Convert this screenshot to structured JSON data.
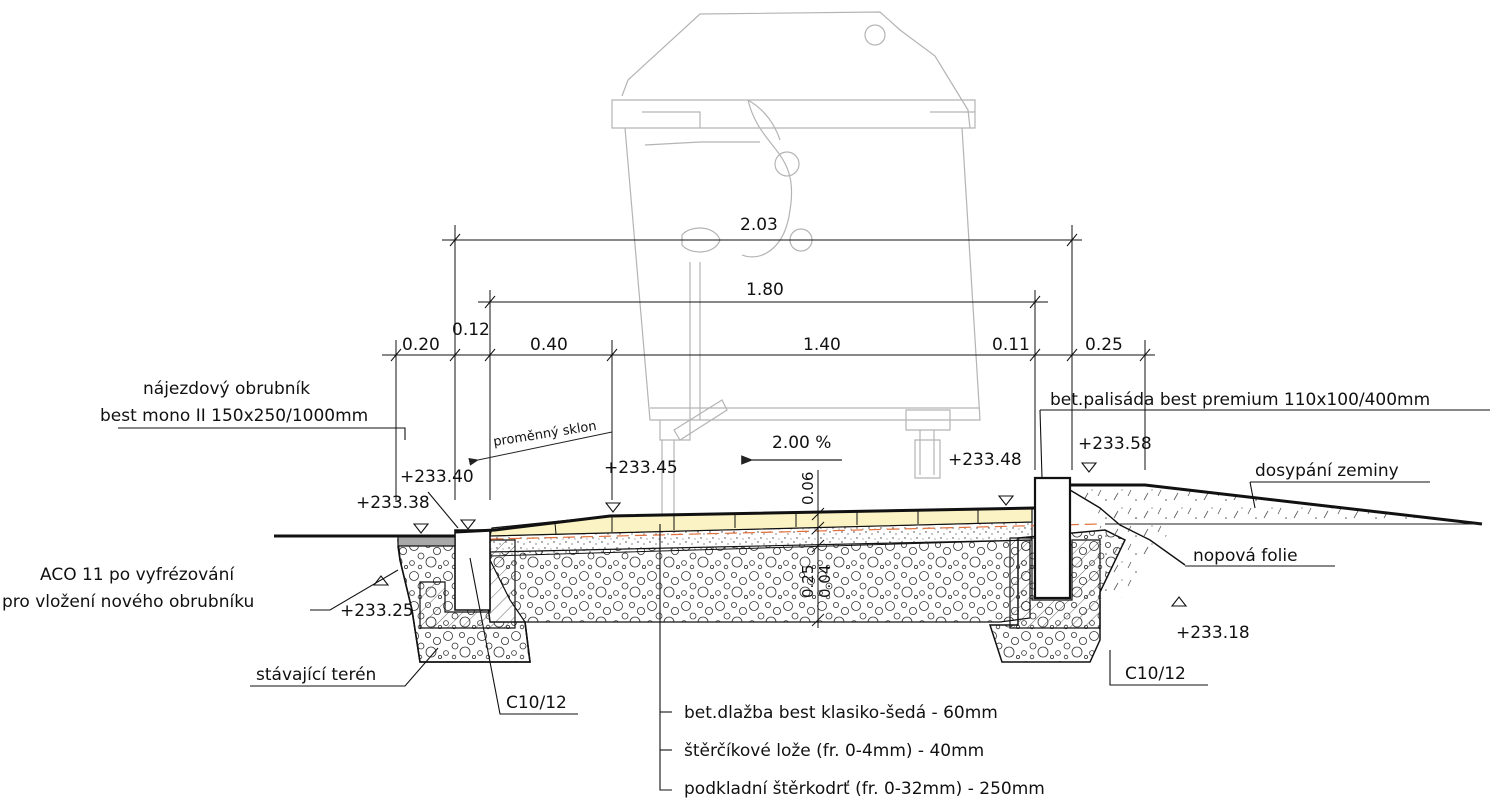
{
  "dimensions": {
    "overall": "2.03",
    "inner": "1.80",
    "segments": [
      "0.20",
      "0.12",
      "0.40",
      "1.40",
      "0.11",
      "0.25"
    ],
    "layer_thickness": [
      "0.06",
      "0.25",
      "0.04"
    ]
  },
  "slopes": {
    "variable": "proměnný sklon",
    "fixed": "2.00 %"
  },
  "elevations": {
    "e1": "+233.40",
    "e2": "+233.38",
    "e3": "+233.45",
    "e4": "+233.48",
    "e5": "+233.58",
    "e6": "+233.25",
    "e7": "+233.18"
  },
  "labels": {
    "curb_line1": "nájezdový obrubník",
    "curb_line2": "best mono II 150x250/1000mm",
    "palisade": "bet.palisáda best premium 110x100/400mm",
    "soil_fill": "dosypání zeminy",
    "membrane": "nopová folie",
    "aco_line1": "ACO 11 po vyfrézování",
    "aco_line2": "pro vložení nového obrubníku",
    "existing_terrain": "stávající terén",
    "concrete_left": "C10/12",
    "concrete_right": "C10/12"
  },
  "layers": [
    "bet.dlažba best klasiko-šedá  - 60mm",
    "štěrčíkové lože (fr. 0-4mm) - 40mm",
    "podkladní štěrkodrť (fr. 0-32mm) - 250mm"
  ],
  "colors": {
    "paving": "#fbf3c4",
    "aco": "#a8a8a8",
    "guide_line": "#e0703a",
    "container": "#b4b4b4"
  }
}
